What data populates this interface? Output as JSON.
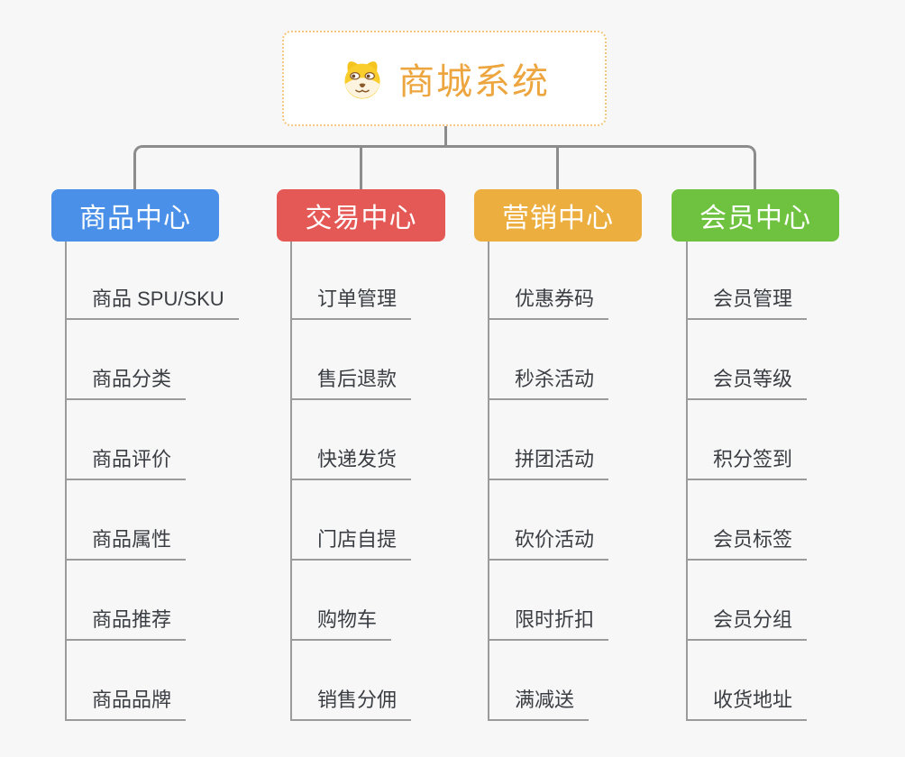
{
  "root": {
    "title": "商城系统",
    "icon": "dog-face-icon",
    "text_color": "#eda63f",
    "border_color": "#f3c77e"
  },
  "colors": {
    "background": "#f7f7f7",
    "connector": "#8c8c8c",
    "leaf_line": "#9b9b9b",
    "leaf_text": "#3a3e43"
  },
  "branches": [
    {
      "label": "商品中心",
      "color": "#4a90e8",
      "items": [
        "商品 SPU/SKU",
        "商品分类",
        "商品评价",
        "商品属性",
        "商品推荐",
        "商品品牌"
      ]
    },
    {
      "label": "交易中心",
      "color": "#e45956",
      "items": [
        "订单管理",
        "售后退款",
        "快递发货",
        "门店自提",
        "购物车",
        "销售分佣"
      ]
    },
    {
      "label": "营销中心",
      "color": "#ecae3e",
      "items": [
        "优惠券码",
        "秒杀活动",
        "拼团活动",
        "砍价活动",
        "限时折扣",
        "满减送"
      ]
    },
    {
      "label": "会员中心",
      "color": "#6ec23f",
      "items": [
        "会员管理",
        "会员等级",
        "积分签到",
        "会员标签",
        "会员分组",
        "收货地址"
      ]
    }
  ]
}
